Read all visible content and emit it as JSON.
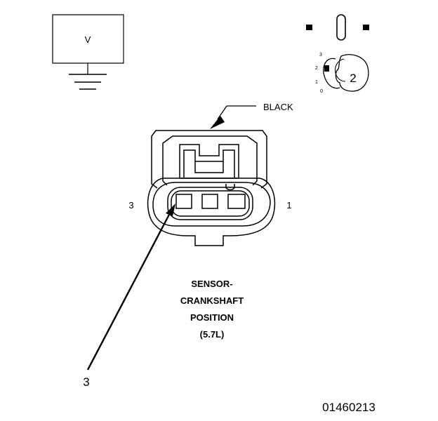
{
  "meter": {
    "label": "V"
  },
  "wire_color": "BLACK",
  "view_icon": {
    "scale_labels": [
      "3",
      "2",
      "1",
      "0"
    ],
    "number": "2"
  },
  "pins": {
    "left": "3",
    "right": "1"
  },
  "callout": {
    "number": "3"
  },
  "component": {
    "lines": [
      "SENSOR-",
      "CRANKSHAFT",
      "POSITION",
      "(5.7L)"
    ]
  },
  "figure_id": "01460213",
  "colors": {
    "ink": "#000000",
    "background": "#ffffff"
  }
}
